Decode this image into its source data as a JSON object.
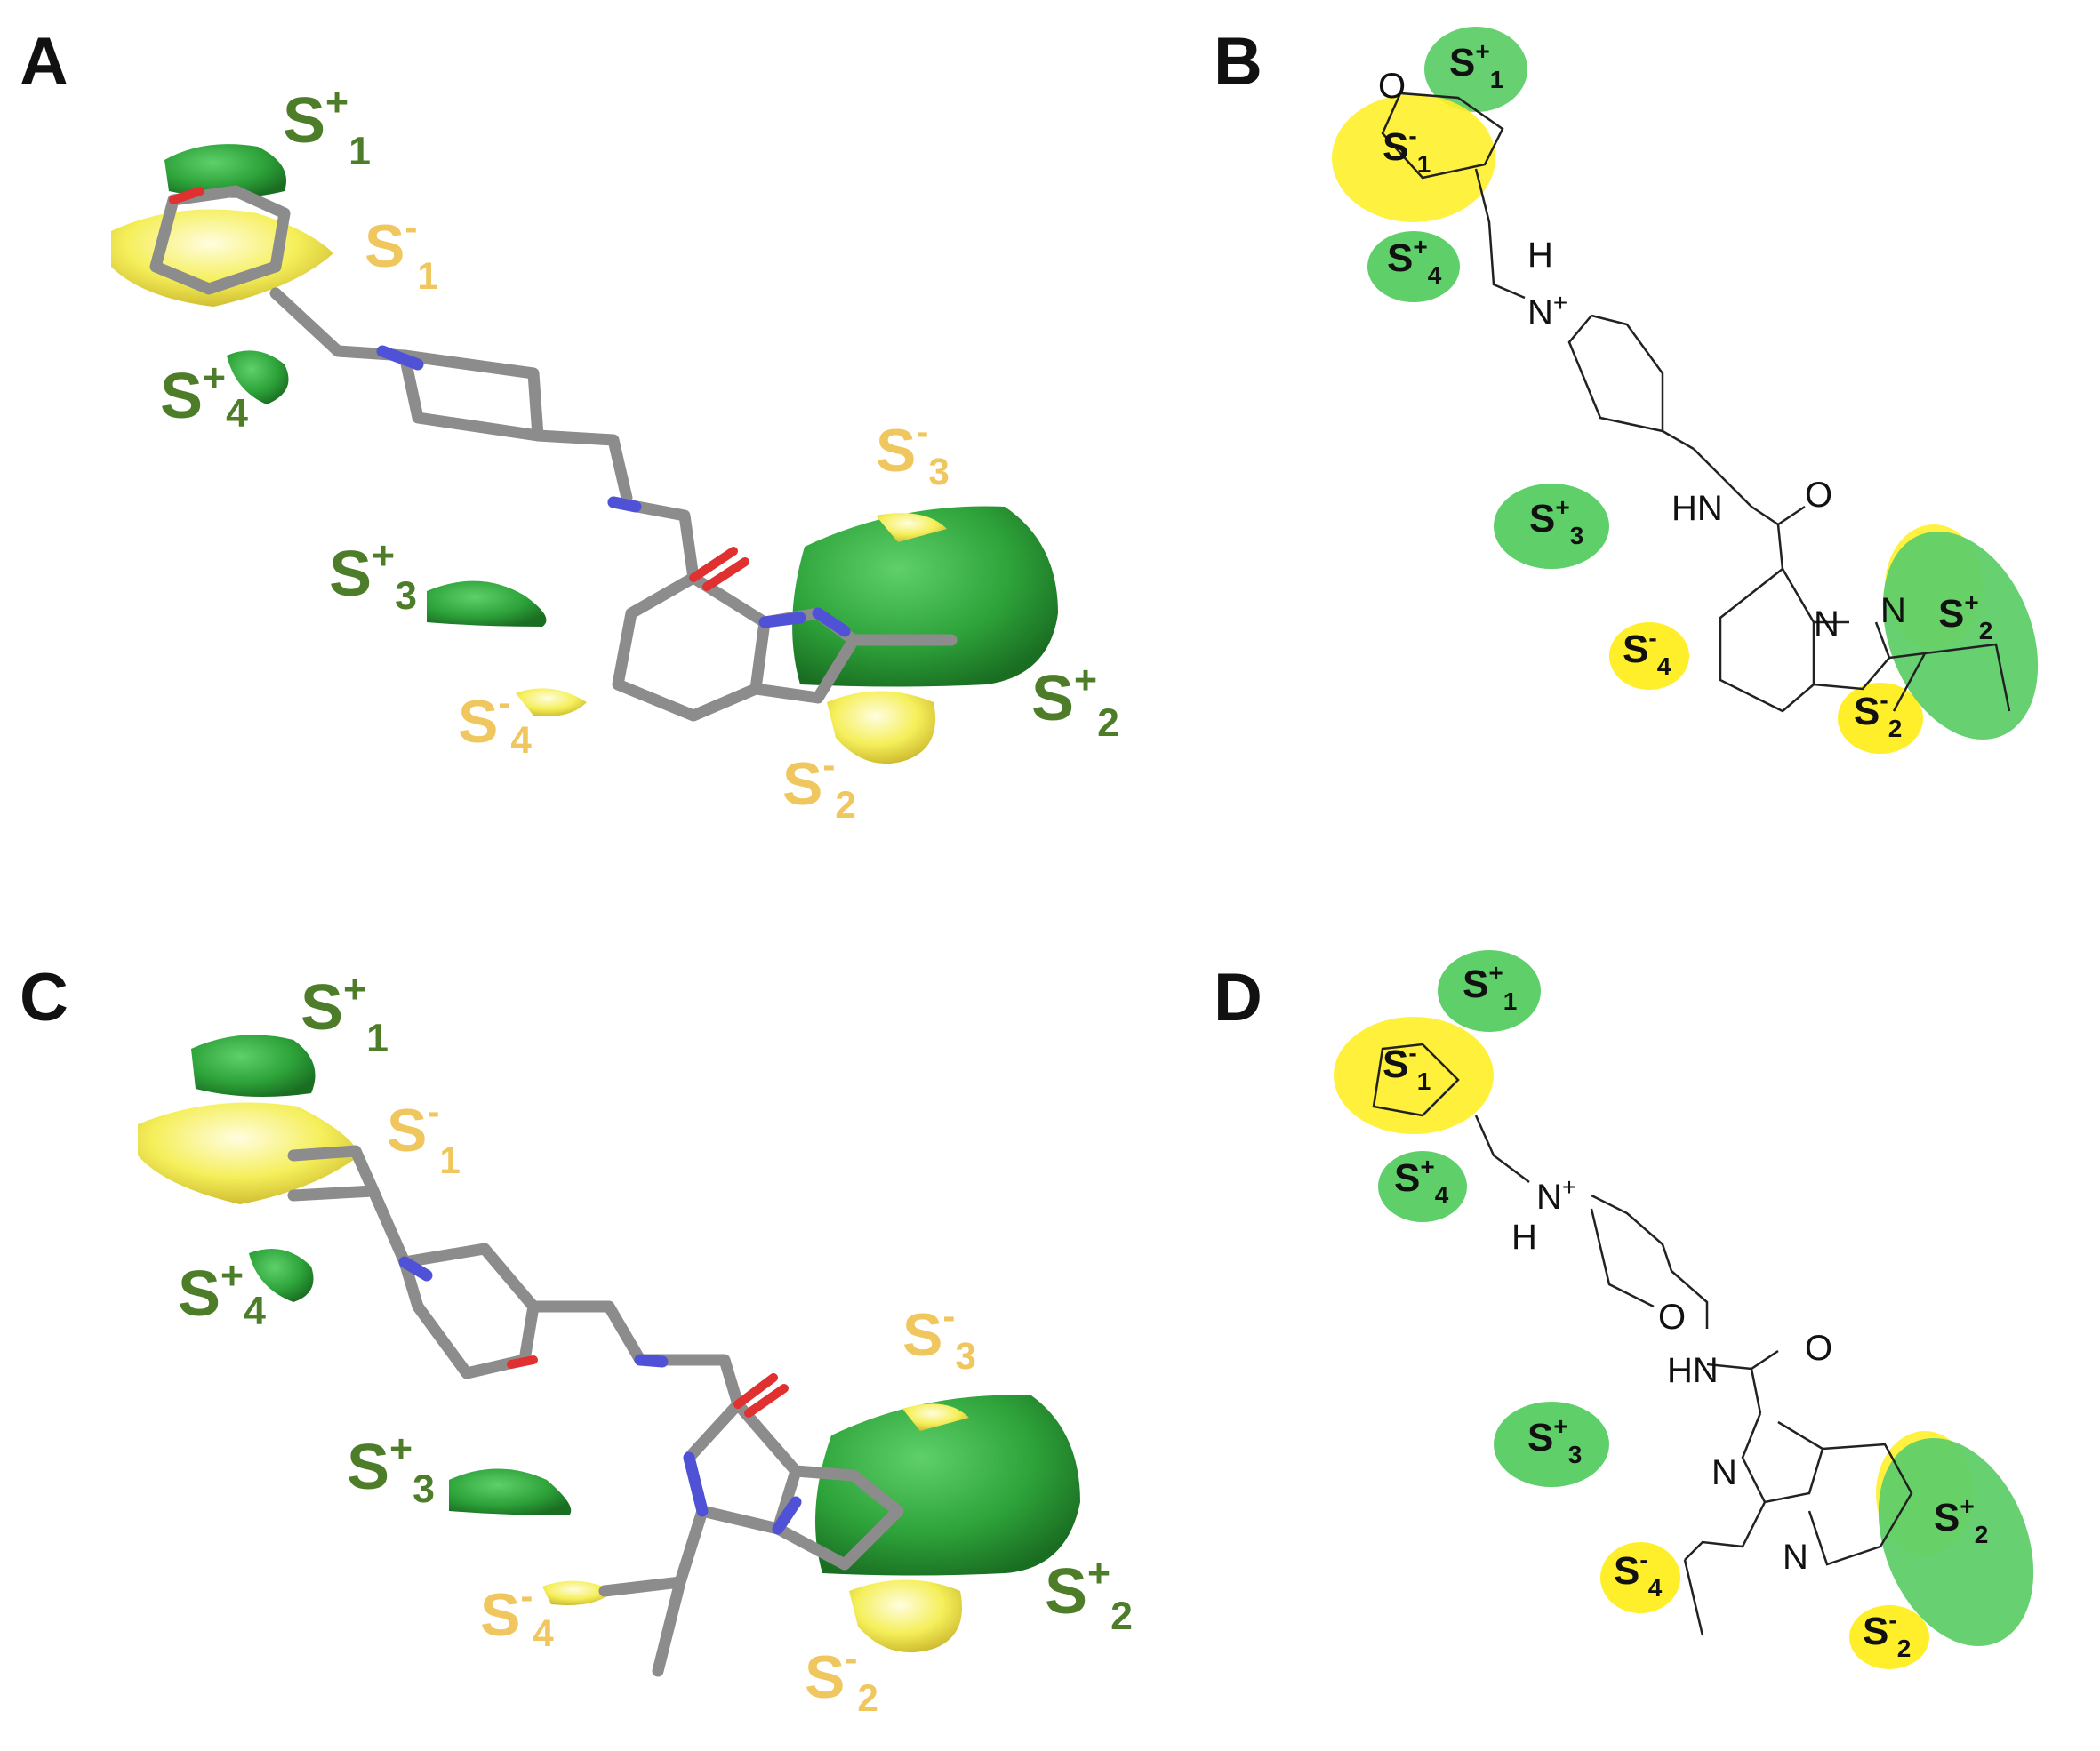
{
  "panels": [
    {
      "id": "A",
      "label": "A"
    },
    {
      "id": "B",
      "label": "B"
    },
    {
      "id": "C",
      "label": "C"
    },
    {
      "id": "D",
      "label": "D"
    }
  ],
  "site_labels": {
    "S_plus_1": {
      "base": "S",
      "sup": "+",
      "sub": "1"
    },
    "S_minus_1": {
      "base": "S",
      "sup": "-",
      "sub": "1"
    },
    "S_plus_2": {
      "base": "S",
      "sup": "+",
      "sub": "2"
    },
    "S_minus_2": {
      "base": "S",
      "sup": "-",
      "sub": "2"
    },
    "S_plus_3": {
      "base": "S",
      "sup": "+",
      "sub": "3"
    },
    "S_minus_3": {
      "base": "S",
      "sup": "-",
      "sub": "3"
    },
    "S_plus_4": {
      "base": "S",
      "sup": "+",
      "sub": "4"
    },
    "S_minus_4": {
      "base": "S",
      "sup": "-",
      "sub": "4"
    }
  },
  "atoms": {
    "O": "O",
    "H": "H",
    "N_plus": "N",
    "plus": "+",
    "HN": "HN",
    "N": "N"
  },
  "colors": {
    "green_field": "#2ea33a",
    "green_dark": "#1f7d29",
    "yellow_field": "#f5f05a",
    "label_green": "#4e7d2a",
    "label_yellow": "#f0c75e",
    "blob_green": "#5fcf6a",
    "blob_yellow": "#ffef2a",
    "bond_gray": "#8c8c8c",
    "nitrogen_blue": "#4f52d6",
    "oxygen_red": "#e03030"
  }
}
